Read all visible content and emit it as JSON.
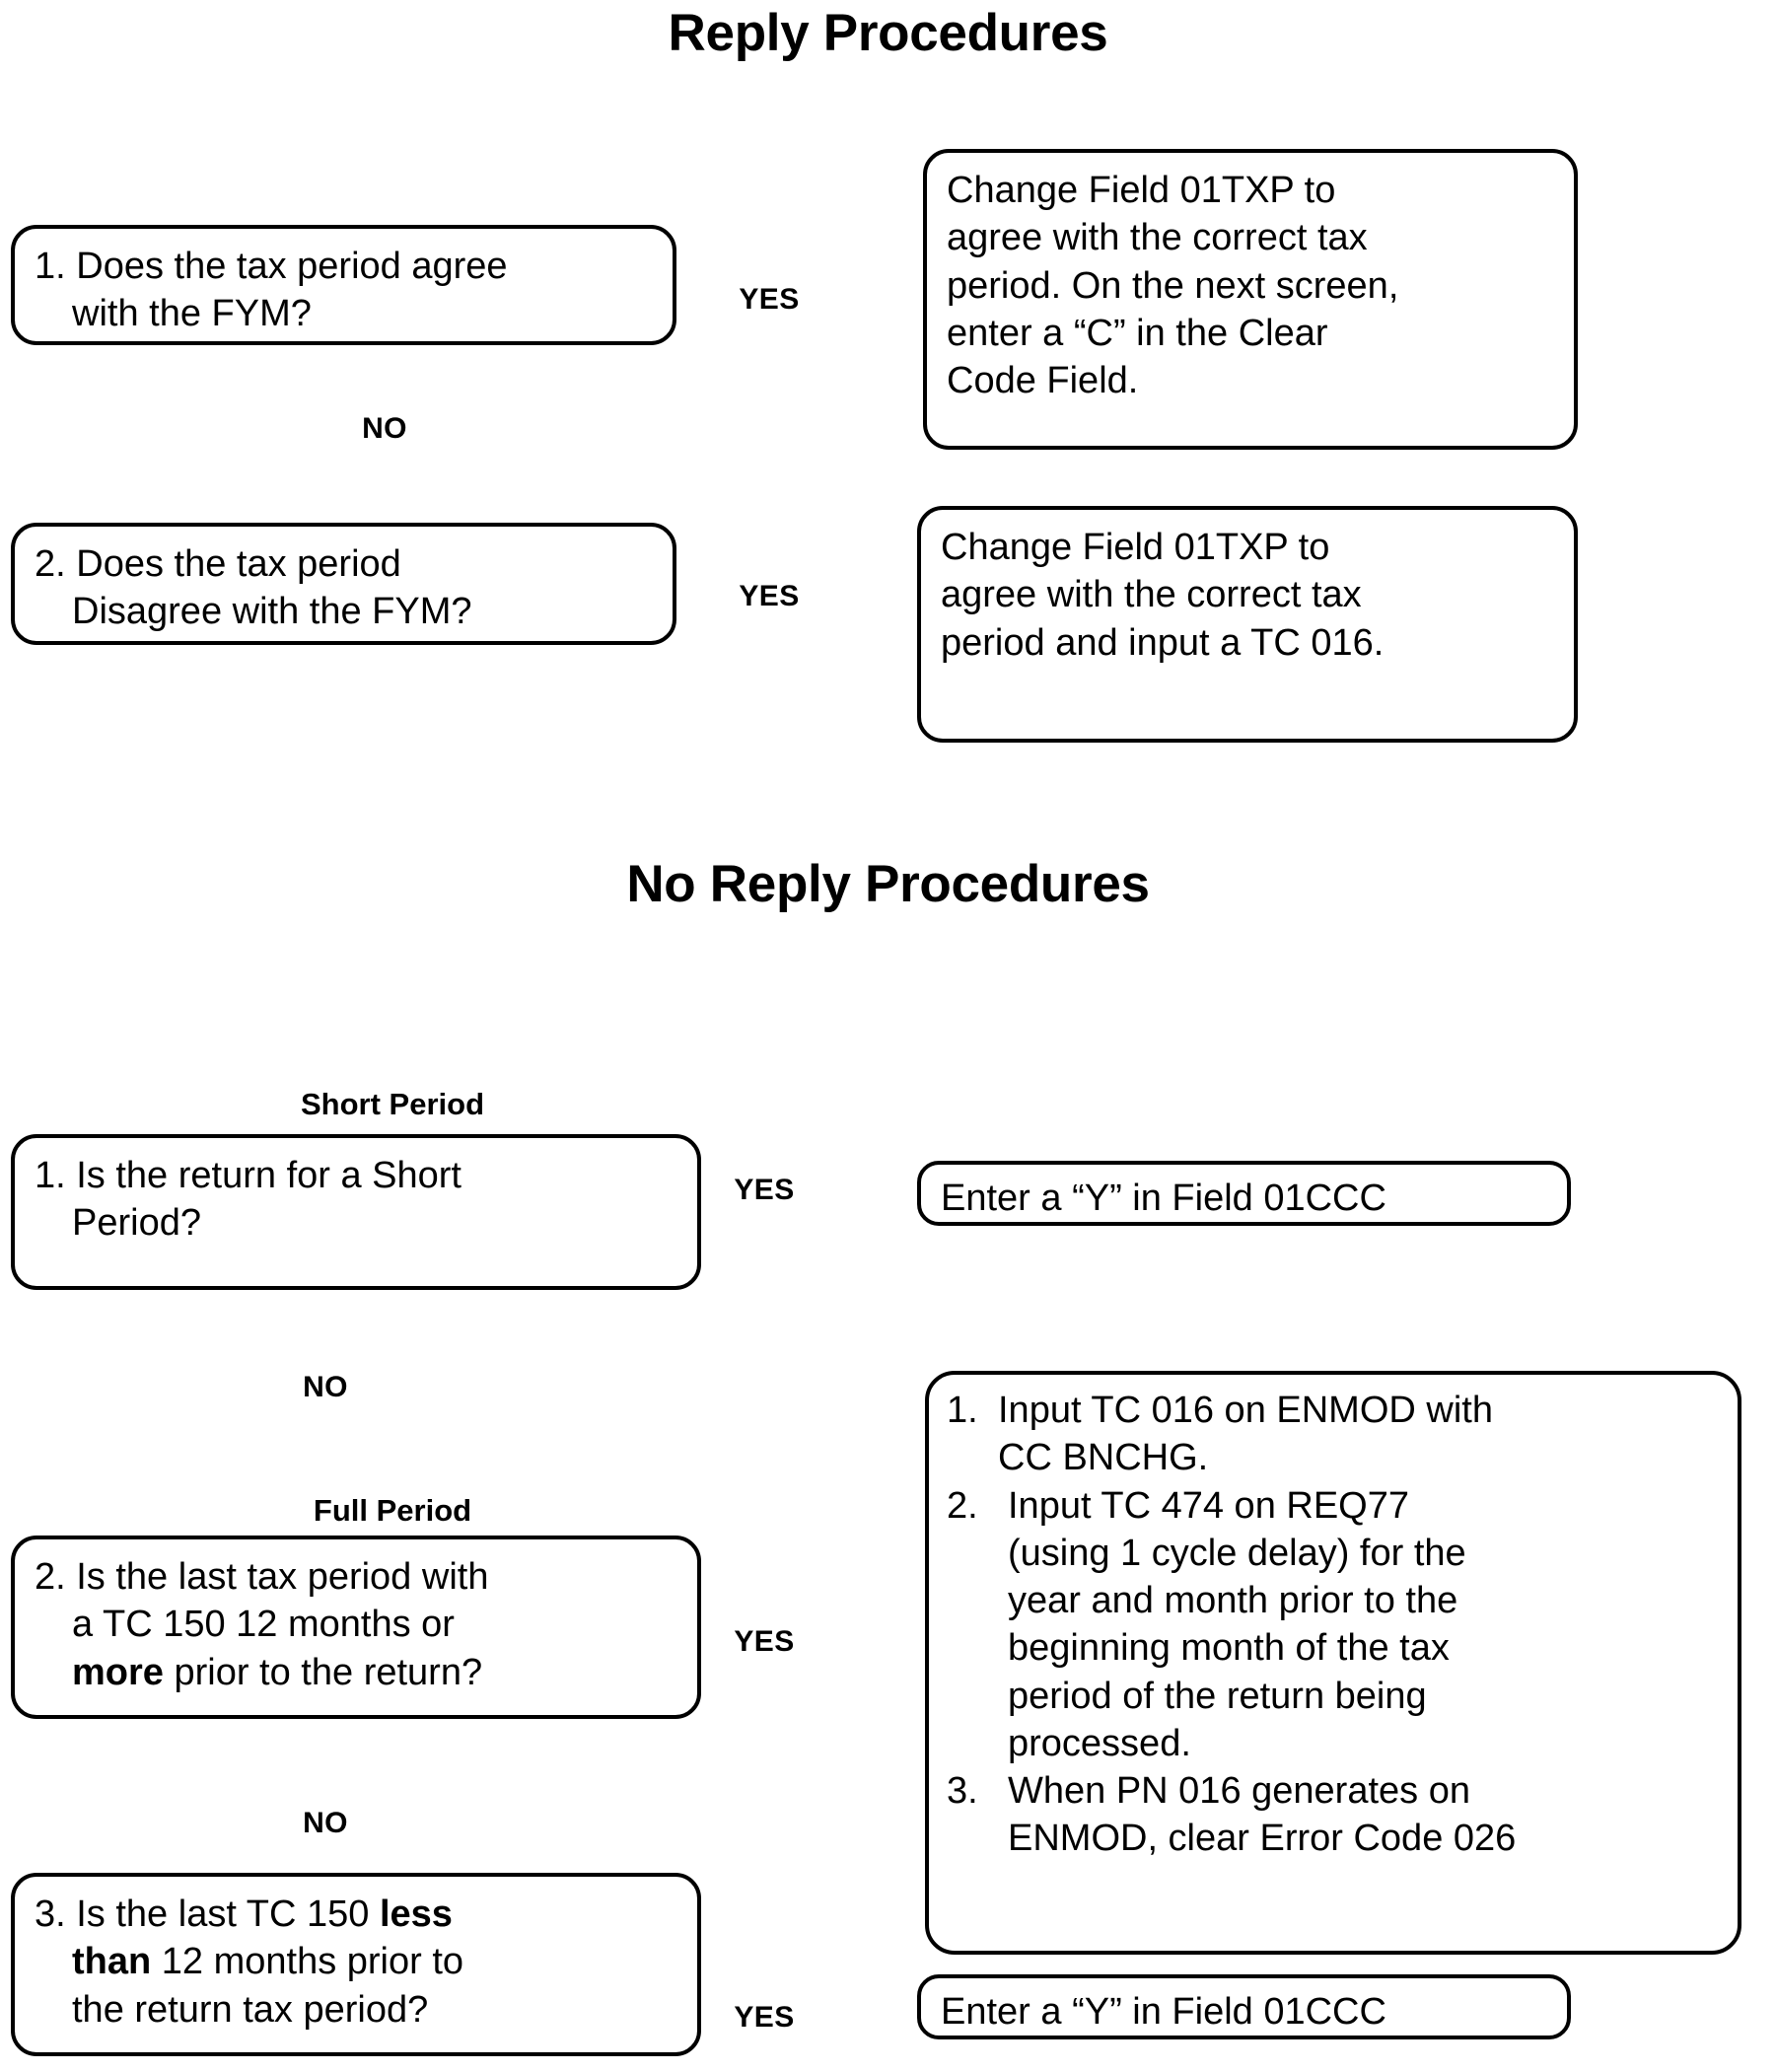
{
  "document": {
    "kind": "decision-flowchart",
    "background": "#ffffff",
    "line_color": "#000000"
  },
  "sections": [
    {
      "id": "reply",
      "heading": "Reply Procedures",
      "rows": [
        {
          "question_lines": [
            "1. Does the tax period agree",
            "with the FYM?"
          ],
          "branch_label": "YES",
          "answer_lines": [
            "Change Field 01TXP to",
            "agree with the correct tax",
            "period. On the next screen,",
            "enter a “C” in the Clear",
            "Code Field."
          ]
        },
        {
          "question_lines": [
            "2. Does the tax period",
            "Disagree with the FYM?"
          ],
          "branch_label": "YES",
          "answer_lines": [
            "Change Field 01TXP to",
            "agree with the correct tax",
            "period and input a TC 016."
          ]
        }
      ],
      "no_label": "NO"
    },
    {
      "id": "no-reply",
      "heading": "No Reply Procedures",
      "captions": [
        "Short Period",
        "Full Period"
      ],
      "no_labels": [
        "NO",
        "NO"
      ],
      "rows": [
        {
          "caption": "Short Period",
          "question_lines": [
            "1. Is the return for a Short",
            "Period?"
          ],
          "branch_label": "YES",
          "answer_lines": [
            "Enter a “Y” in Field 01CCC"
          ]
        },
        {
          "caption": "Full Period",
          "question_lines_html": [
            "2. Is the last tax period with",
            "a TC 150 12 months or",
            "<b>more</b> prior to the return?"
          ],
          "branch_label": "YES",
          "answer_list": [
            {
              "number": "1.",
              "lines": [
                "Input TC 016 on ENMOD with",
                "CC BNCHG."
              ]
            },
            {
              "number": "2.",
              "lines": [
                "Input TC 474 on REQ77",
                "(using 1 cycle delay) for the",
                "year and month prior to the",
                "beginning month of the tax",
                "period of the return being",
                "processed."
              ]
            },
            {
              "number": "3.",
              "lines": [
                "When PN 016 generates on",
                "ENMOD, clear Error Code 026"
              ]
            }
          ]
        },
        {
          "question_lines_html": [
            "3. Is the last TC 150 <b>less</b>",
            "<b>than</b> 12 months prior to",
            "the return tax period?"
          ],
          "branch_label": "YES",
          "answer_lines": [
            "Enter a “Y” in Field 01CCC"
          ]
        }
      ]
    }
  ]
}
